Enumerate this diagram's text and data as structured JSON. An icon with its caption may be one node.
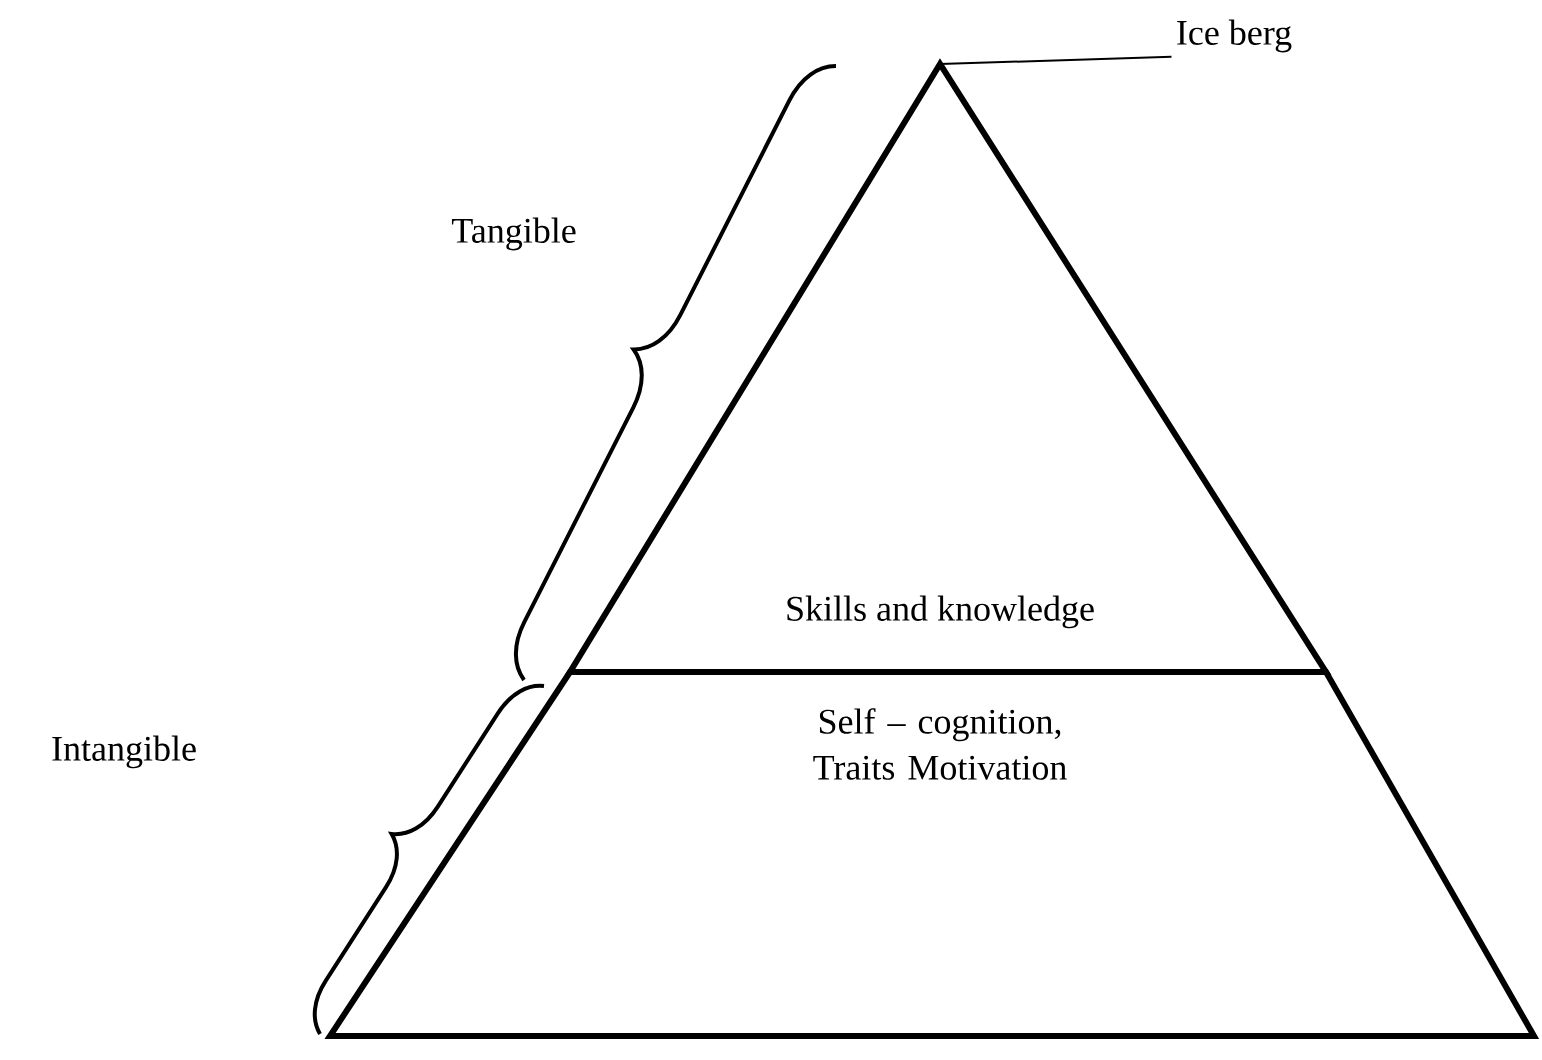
{
  "diagram": {
    "nodes": [
      {
        "text": [
          "Skills and knowledge"
        ]
      },
      {
        "text": [
          "Self – cognition, Traits Motivation"
        ]
      },
      {
        "text": [
          "Ice berg"
        ]
      }
    ],
    "edges": [
      {
        "from": 2,
        "to": 0,
        "arrow": "none"
      }
    ],
    "labels": [
      "Tangible",
      "Intangible"
    ]
  }
}
